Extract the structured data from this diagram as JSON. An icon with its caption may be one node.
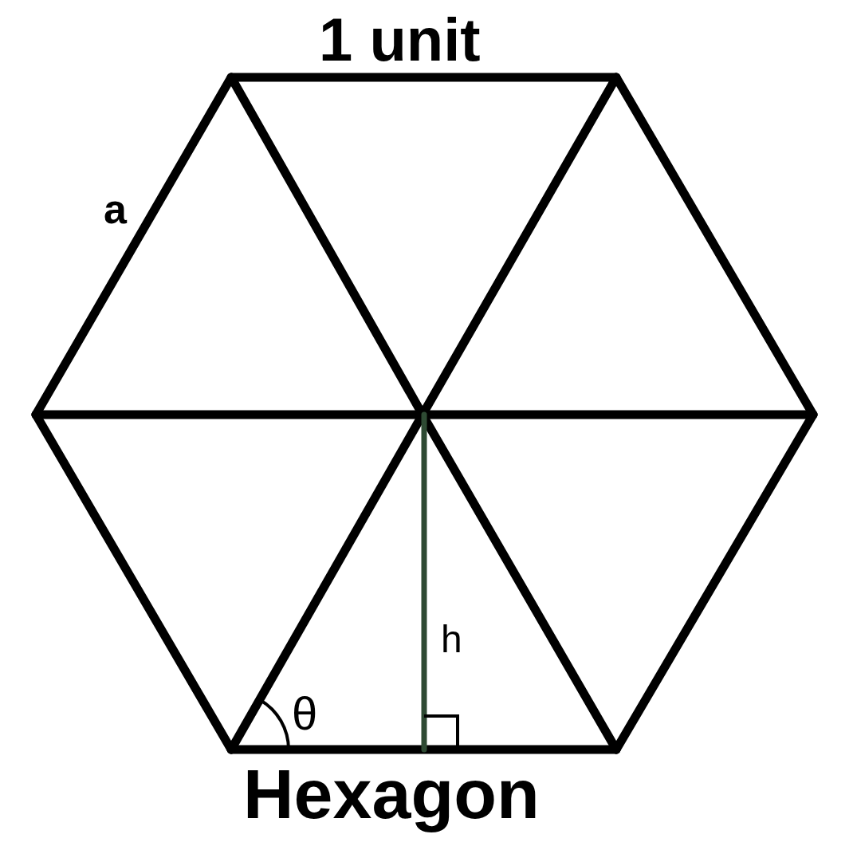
{
  "diagram": {
    "caption": "Hexagon",
    "labels": [
      "1 unit",
      "a",
      "h",
      "θ"
    ]
  }
}
